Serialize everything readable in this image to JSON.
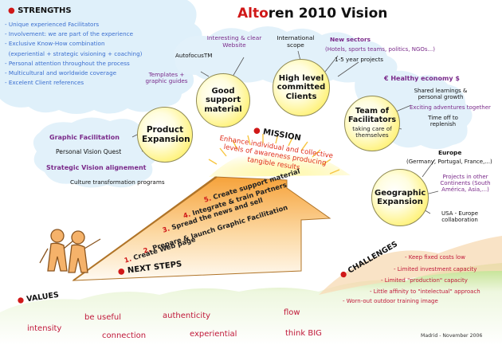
{
  "title": {
    "part1": "Alto",
    "part2": "ren 2010 Vision"
  },
  "strengths": {
    "heading": "STRENGTHS",
    "items": [
      "- Unique experienced Facilitators",
      "- Involvement: we are part of the experience",
      "- Exclusive Know-How combination",
      "  (experiential + strategic visioning + coaching)",
      "- Personal attention throughout the process",
      "- Multicultural and worldwide coverage",
      "- Excelent Client references"
    ]
  },
  "hubs": {
    "support": "Good support material",
    "clients": "High level committed Clients",
    "team": "Team of Facilitators",
    "team_sub": "taking care of themselves",
    "product": "Product Expansion",
    "geo": "Geographic Expansion"
  },
  "notes": {
    "autofocus": "AutofocusTM",
    "website": "Interesting & clear Website",
    "templates": "Templates + graphic guides",
    "scope": "International scope",
    "sectors_title": "New sectors",
    "sectors_detail": "(Hotels, sports teams, politics, NGOs...)",
    "projects": "1-5 year projects",
    "healthy": "€ Healthy economy $",
    "shared": "Shared learnings & personal growth",
    "adventures": "Exciting adventures together",
    "timeoff": "Time off to replenish",
    "graphic_fac": "Graphic Facilitation",
    "vision_quest": "Personal Vision Quest",
    "strategic_vision": "Strategic Vision alignement",
    "culture": "Culture transformation programs",
    "europe": "Europe",
    "europe_detail": "(Germany, Portugal, France,...)",
    "projects_other": "Projects in other Continents (South América, Asia,...)",
    "usa": "USA - Europe collaboration"
  },
  "mission": {
    "label": "MISSION",
    "text": "Enhance individual and collective levels of awareness producing tangible results"
  },
  "next_steps": {
    "label": "NEXT STEPS",
    "steps": [
      {
        "n": "5.",
        "text": "Create support material"
      },
      {
        "n": "4.",
        "text": "Integrate & train Partners"
      },
      {
        "n": "3.",
        "text": "Spread the news and sell"
      },
      {
        "n": "2.",
        "text": "Prepare & launch Graphic Facilitation"
      },
      {
        "n": "1.",
        "text": "Create Web page"
      }
    ]
  },
  "challenges": {
    "label": "CHALLENGES",
    "items": [
      "- Keep fixed costs low",
      "- Limited investment capacity",
      "- Limited \"production\" capacity",
      "- Little affinity to \"intelectual\" approach",
      "- Worn-out outdoor training image"
    ]
  },
  "values": {
    "label": "VALUES",
    "items": [
      "intensity",
      "be useful",
      "connection",
      "authenticity",
      "experiential",
      "flow",
      "think BIG"
    ]
  },
  "footer": "Madrid  -  November 2006",
  "colors": {
    "red": "#d01818",
    "blue": "#3b6fd0",
    "purple": "#7a2a8a",
    "orange": "#f7901e",
    "yellow": "#fff27a",
    "green": "#9acb5a"
  }
}
